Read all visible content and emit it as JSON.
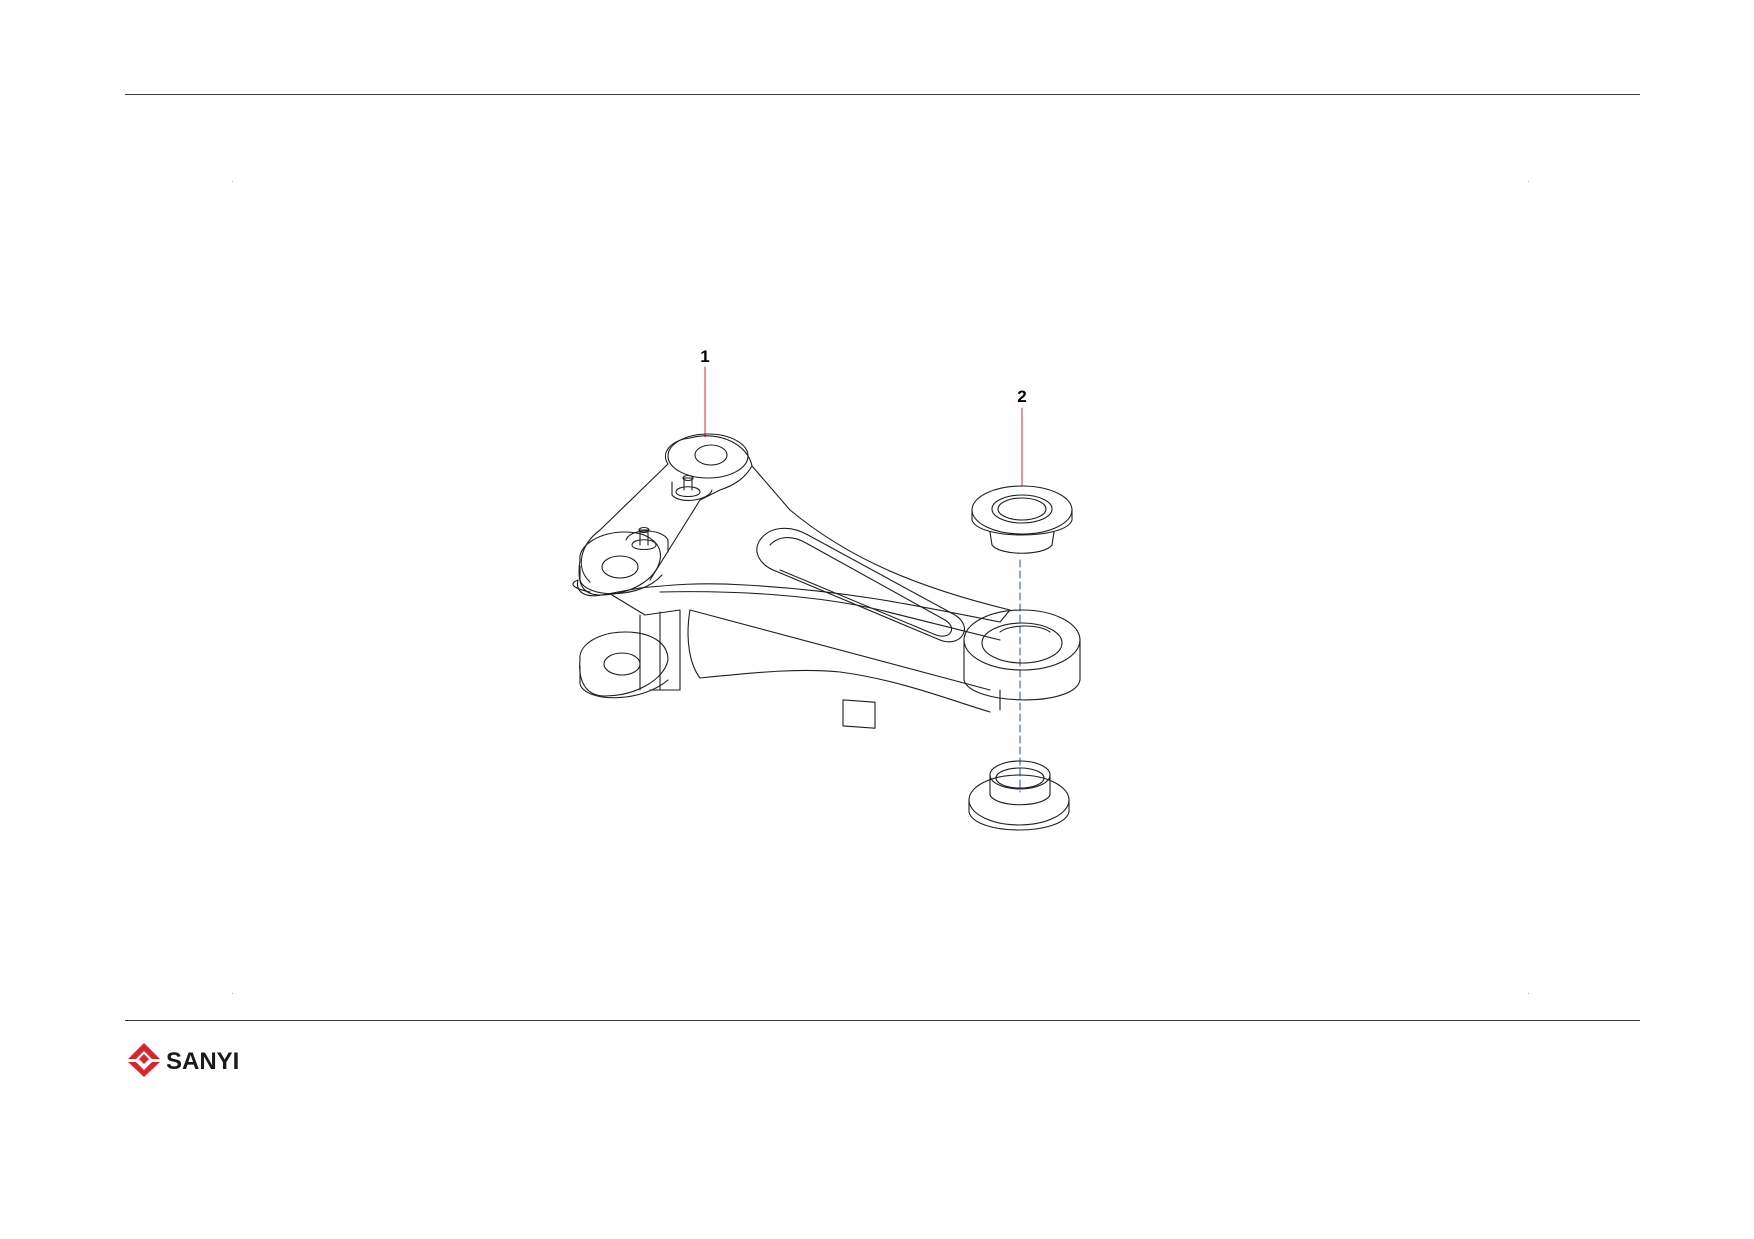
{
  "callouts": [
    {
      "label": "1"
    },
    {
      "label": "2"
    }
  ],
  "brand": {
    "name": "SANYI",
    "logo_color": "#d7262f",
    "text_color": "#1a1a1a"
  },
  "colors": {
    "leader_line": "#d2332f",
    "axis_line": "#2b3fd6",
    "outline": "#1e1e1e",
    "rule": "#3a3a3a"
  }
}
